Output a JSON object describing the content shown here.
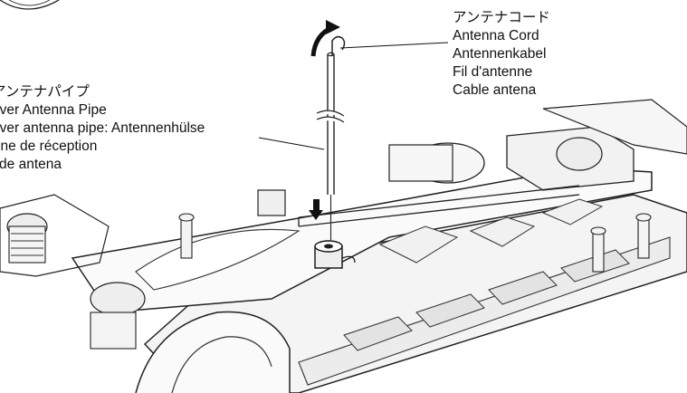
{
  "antenna_cord_labels": [
    "アンテナコード",
    "Antenna Cord",
    "Antennenkabel",
    "Fil d'antenne",
    "Cable antena"
  ],
  "receiver_pipe_labels": [
    "受信アンテナパイプ",
    "Receiver Antenna Pipe",
    "Receiver antenna pipe: Antennenhülse",
    "Antenne de réception",
    "Tubo de antena"
  ]
}
